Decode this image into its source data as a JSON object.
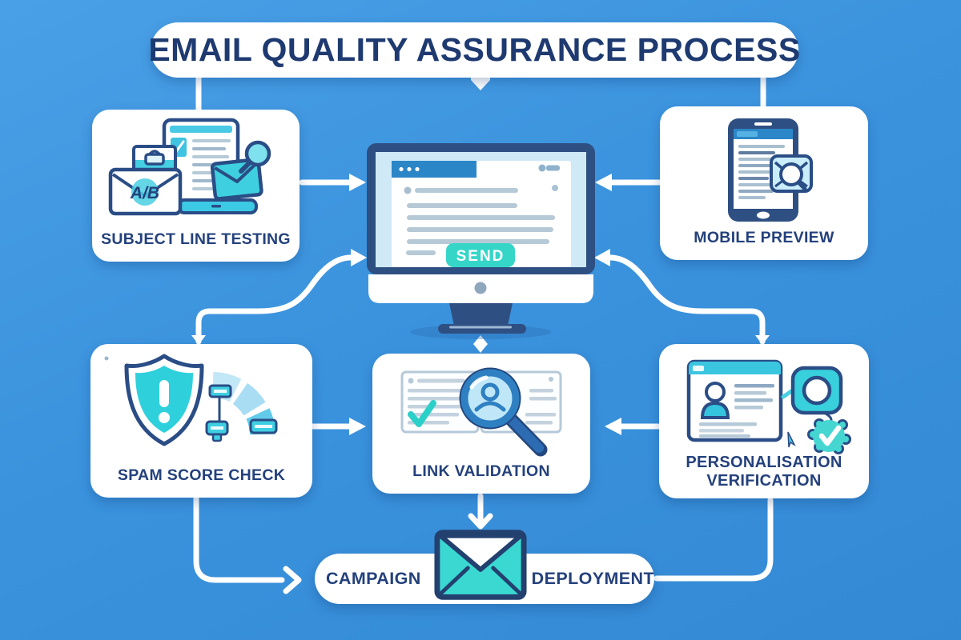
{
  "title": {
    "text": "EMAIL QUALITY ASSURANCE PROCESS"
  },
  "colors": {
    "background": "#3b93dd",
    "card": "#ffffff",
    "heading_text": "#1e3a70",
    "label_text": "#24417c",
    "teal_accent": "#38d7c9",
    "cyan_accent": "#45cfe2",
    "mid_blue": "#2b86c8",
    "navy_outline": "#2a4d86",
    "screen_blue": "#cfe9f6",
    "connector_white": "#ffffff"
  },
  "stages": {
    "subject_line_testing": {
      "label": "SUBJECT LINE TESTING",
      "icon": "ab-test-emails-icon",
      "ab_badge": "A/B"
    },
    "mobile_preview": {
      "label": "MOBILE PREVIEW",
      "icon": "smartphone-email-icon"
    },
    "spam_score_check": {
      "label": "SPAM SCORE CHECK",
      "icon": "shield-alert-gauge-icon"
    },
    "link_validation": {
      "label": "LINK VALIDATION",
      "icon": "document-magnifier-icon"
    },
    "personalisation_verification": {
      "label_line1": "PERSONALISATION",
      "label_line2": "VERIFICATION",
      "icon": "profile-card-verified-icon"
    },
    "campaign_deployment": {
      "label_left": "CAMPAIGN",
      "label_right": "DEPLOYMENT",
      "icon": "envelope-icon"
    }
  },
  "monitor": {
    "send_button_label": "SEND",
    "icon": "desktop-email-compose-icon"
  },
  "flow_edges": [
    {
      "from": "title",
      "to": "subject_line_testing"
    },
    {
      "from": "title",
      "to": "email_compose_monitor"
    },
    {
      "from": "title",
      "to": "mobile_preview"
    },
    {
      "from": "subject_line_testing",
      "to": "email_compose_monitor"
    },
    {
      "from": "mobile_preview",
      "to": "email_compose_monitor"
    },
    {
      "from": "spam_score_check",
      "to": "email_compose_monitor"
    },
    {
      "from": "personalisation_verification",
      "to": "email_compose_monitor"
    },
    {
      "from": "link_validation",
      "to": "email_compose_monitor"
    },
    {
      "from": "spam_score_check",
      "to": "link_validation"
    },
    {
      "from": "personalisation_verification",
      "to": "link_validation"
    },
    {
      "from": "link_validation",
      "to": "campaign_deployment"
    },
    {
      "from": "spam_score_check",
      "to": "campaign_deployment"
    },
    {
      "from": "personalisation_verification",
      "to": "campaign_deployment"
    }
  ]
}
